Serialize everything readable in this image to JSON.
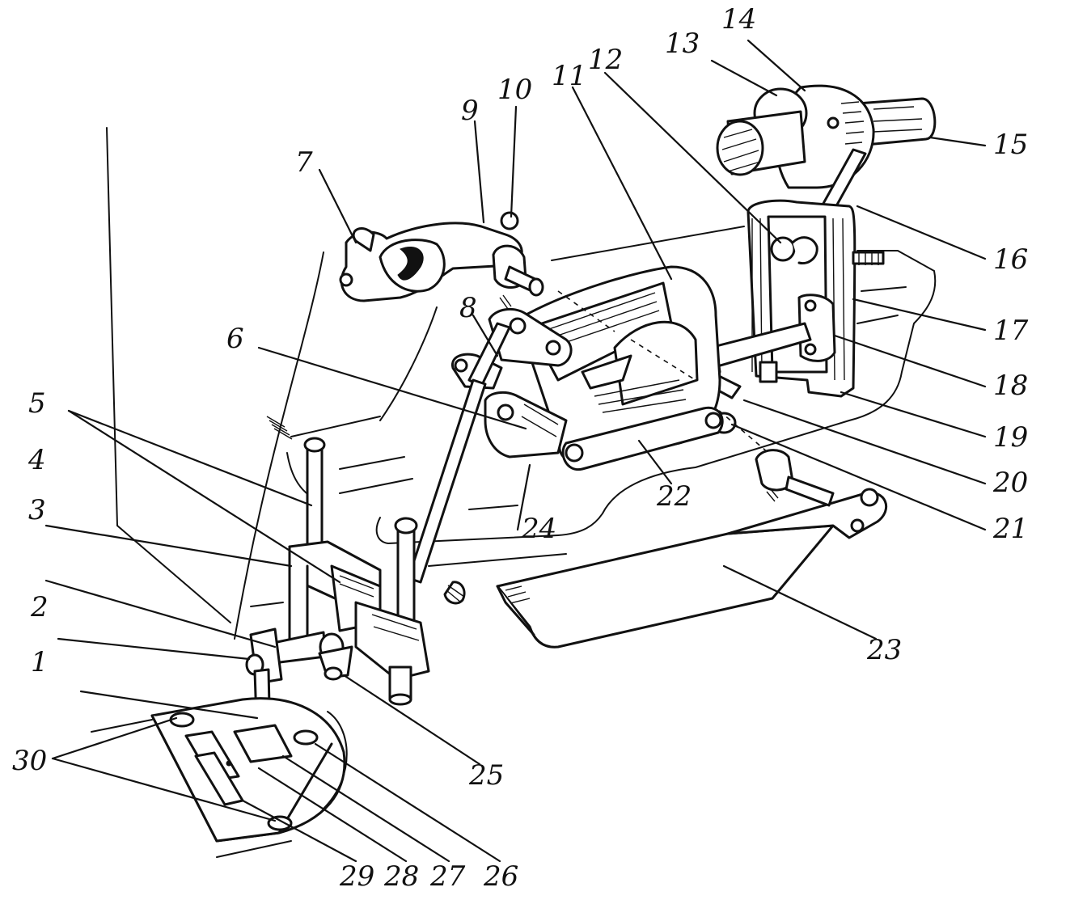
{
  "diagram": {
    "background": "#ffffff",
    "ink": "#111111",
    "labels": [
      "1",
      "2",
      "3",
      "4",
      "5",
      "6",
      "7",
      "8",
      "9",
      "10",
      "11",
      "12",
      "13",
      "14",
      "15",
      "16",
      "17",
      "18",
      "19",
      "20",
      "21",
      "22",
      "23",
      "24",
      "25",
      "26",
      "27",
      "28",
      "29",
      "30"
    ]
  }
}
